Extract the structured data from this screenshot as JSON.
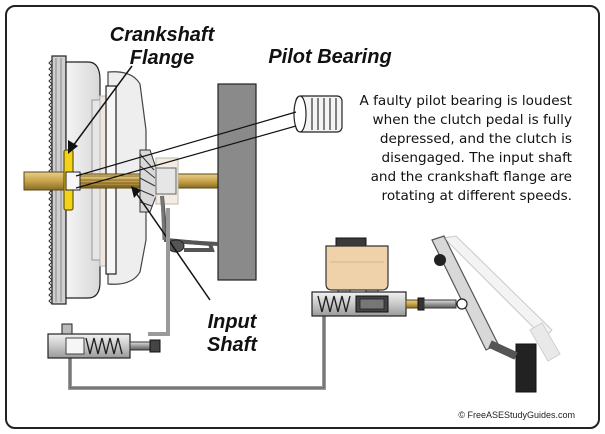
{
  "labels": {
    "crankshaft_flange_line1": "Crankshaft",
    "crankshaft_flange_line2": "Flange",
    "pilot_bearing": "Pilot Bearing",
    "input_shaft_line1": "Input",
    "input_shaft_line2": "Shaft"
  },
  "description": {
    "lines": [
      "A faulty pilot bearing is loudest",
      "when the clutch pedal is fully",
      "depressed, and the clutch is",
      "disengaged. The input shaft",
      "and the crankshaft flange are",
      "rotating at different speeds."
    ]
  },
  "credit": "© FreeASEStudyGuides.com",
  "colors": {
    "shaft_gold": "#c8a44a",
    "flange_yellow": "#f2d21a",
    "housing_gray": "#8a8a8a",
    "reservoir_tan": "#f0d2aa",
    "line_gray": "#9a9a9a"
  }
}
